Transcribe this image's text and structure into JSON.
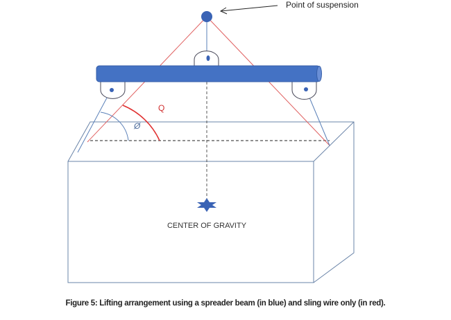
{
  "labels": {
    "point_of_suspension": "Point of  suspension",
    "center_of_gravity": "CENTER OF GRAVITY",
    "angle_phi": "Ø",
    "angle_q": "Q"
  },
  "caption": "Figure 5: Lifting arrangement using a spreader beam (in blue) and sling wire only (in red).",
  "colors": {
    "beam": "#4472c4",
    "sling_red": "#e06060",
    "sling_blue": "#5a80b8",
    "box_outline": "#6a84a8"
  }
}
